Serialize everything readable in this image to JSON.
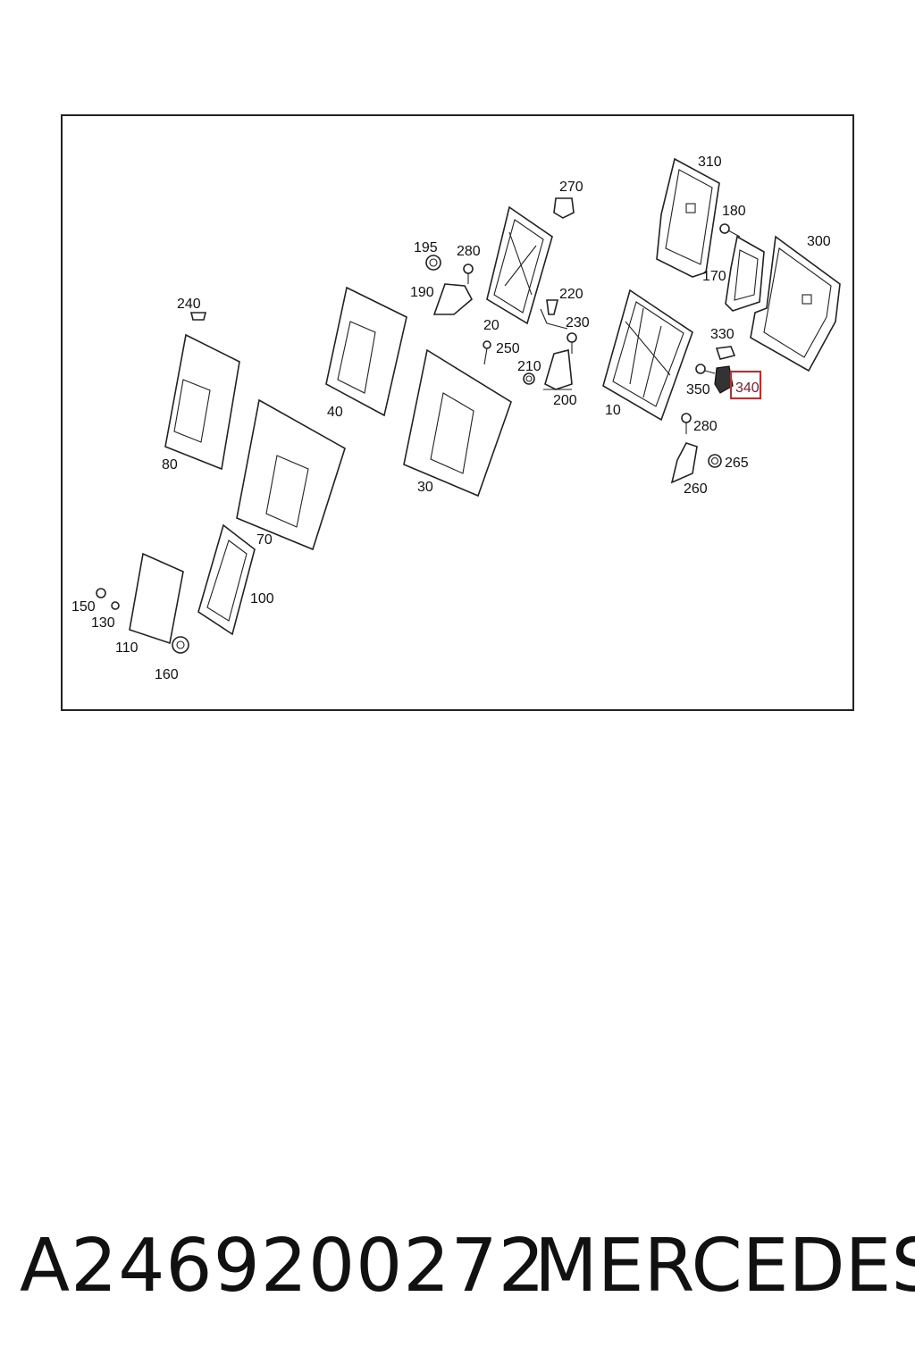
{
  "diagram": {
    "labels": {
      "p310": "310",
      "p180": "180",
      "p300": "300",
      "p170": "170",
      "p330": "330",
      "p350": "350",
      "p340": "340",
      "p280b": "280",
      "p265": "265",
      "p260": "260",
      "p270": "270",
      "p195": "195",
      "p280a": "280",
      "p190": "190",
      "p220": "220",
      "p20": "20",
      "p230": "230",
      "p250": "250",
      "p210": "210",
      "p200": "200",
      "p10": "10",
      "p240": "240",
      "p40": "40",
      "p30": "30",
      "p80": "80",
      "p70": "70",
      "p100": "100",
      "p150": "150",
      "p130": "130",
      "p110": "110",
      "p160": "160"
    },
    "highlighted_part": "340",
    "highlight_color": "#e02020"
  },
  "footer": {
    "part_number": "A2469200272",
    "brand": "MERCEDES"
  }
}
